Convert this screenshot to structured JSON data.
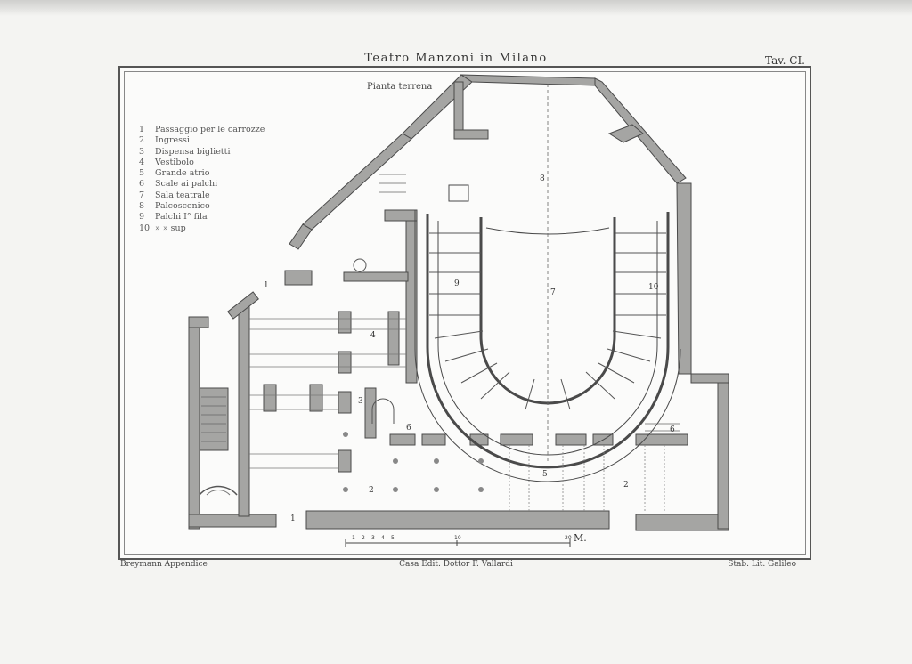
{
  "header": {
    "title": "Teatro Manzoni in Milano",
    "plate": "Tav. CI."
  },
  "plan": {
    "subtitle": "Pianta terrena",
    "legend": [
      {
        "num": "1",
        "label": "Passaggio per le carrozze"
      },
      {
        "num": "2",
        "label": "Ingressi"
      },
      {
        "num": "3",
        "label": "Dispensa biglietti"
      },
      {
        "num": "4",
        "label": "Vestibolo"
      },
      {
        "num": "5",
        "label": "Grande atrio"
      },
      {
        "num": "6",
        "label": "Scale ai palchi"
      },
      {
        "num": "7",
        "label": "Sala teatrale"
      },
      {
        "num": "8",
        "label": "Palcoscenico"
      },
      {
        "num": "9",
        "label": "Palchi I° fila"
      },
      {
        "num": "10",
        "label": "» » sup"
      }
    ],
    "room_numbers": {
      "n1a": "1",
      "n1b": "1",
      "n2a": "2",
      "n2b": "2",
      "n3": "3",
      "n4": "4",
      "n5": "5",
      "n6a": "6",
      "n6b": "6",
      "n7": "7",
      "n8": "8",
      "n9": "9",
      "n10": "10"
    },
    "scale": {
      "ticks": [
        "1",
        "2",
        "3",
        "4",
        "5",
        "10",
        "20"
      ],
      "unit": "M."
    }
  },
  "footer": {
    "left": "Breymann Appendice",
    "center": "Casa Edit. Dottor F. Vallardi",
    "right": "Stab. Lit. Galileo"
  },
  "colors": {
    "wall": "#9a9a98",
    "wall_stroke": "#4a4a4a",
    "ink": "#333333"
  }
}
